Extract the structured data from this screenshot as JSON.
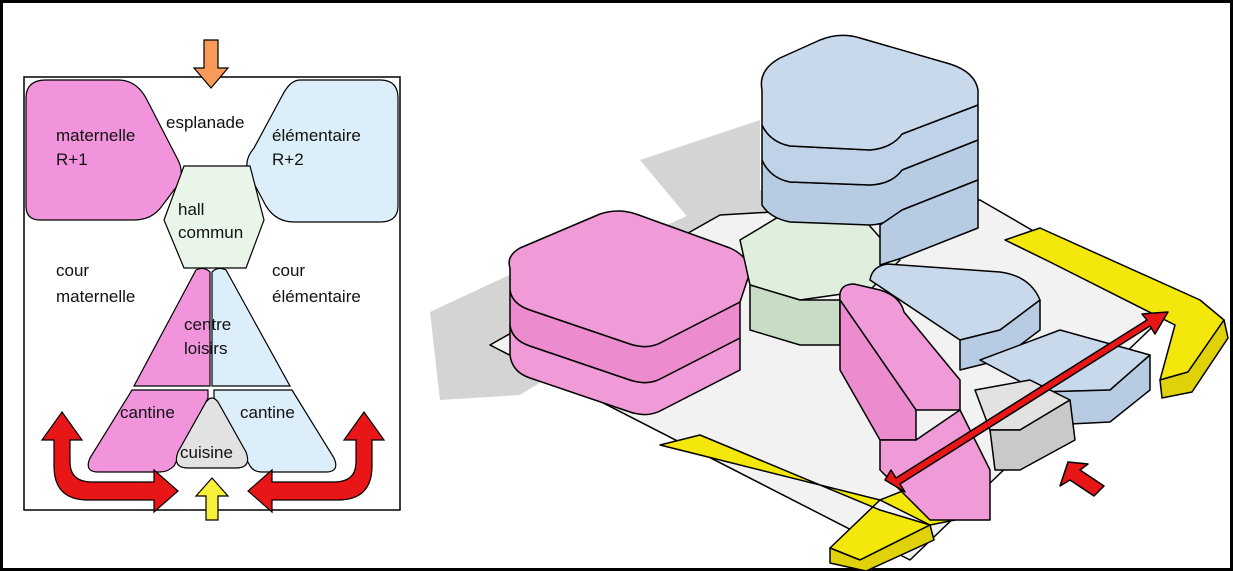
{
  "plan": {
    "labels": {
      "esplanade": "esplanade",
      "maternelle_1": "maternelle",
      "maternelle_2": "R+1",
      "elementaire_1": "élémentaire",
      "elementaire_2": "R+2",
      "hall_1": "hall",
      "hall_2": "commun",
      "cour_mat_1": "cour",
      "cour_mat_2": "maternelle",
      "cour_elem_1": "cour",
      "cour_elem_2": "élémentaire",
      "centre_1": "centre",
      "centre_2": "loisirs",
      "cantine_left": "cantine",
      "cantine_right": "cantine",
      "cuisine": "cuisine"
    }
  },
  "colors": {
    "maternelle": "#f294dc",
    "elementaire": "#dceef9",
    "hall": "#e9f5e8",
    "cuisine": "#e2e2e2",
    "arrow_orange": "#f79a5a",
    "arrow_yellow": "#f7ef3a",
    "arrow_red": "#e81616",
    "iso_blue": "#c4d6ea",
    "iso_pink": "#f09ad8",
    "iso_yellow": "#f3e70c",
    "iso_grey": "#d6d6d6"
  }
}
